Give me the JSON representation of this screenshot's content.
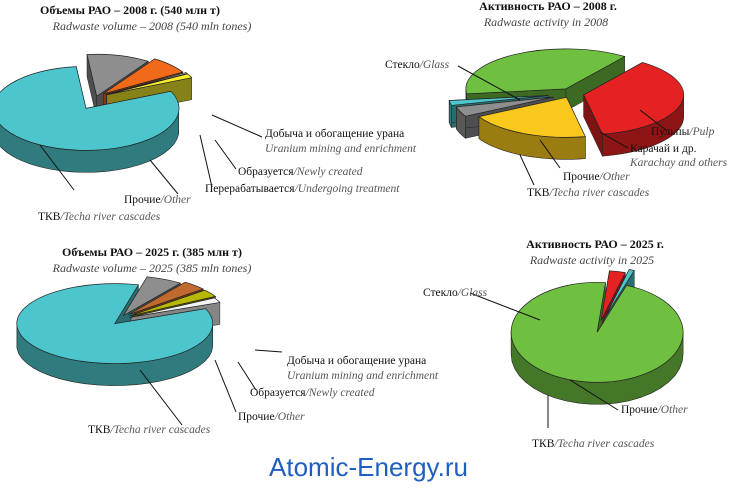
{
  "watermark": "Atomic-Energy.ru",
  "colors": {
    "cyan": "#4CC6CC",
    "gray": "#8E8E8E",
    "orange": "#F06A1A",
    "yellow": "#F6EC2A",
    "white": "#F2F2F2",
    "green": "#6FC040",
    "red": "#E52222",
    "gold": "#F8C81C",
    "brown": "#C06A30",
    "olive": "#B8B800"
  },
  "chart_data": [
    {
      "type": "pie",
      "title": "Объемы РАО – 2008 г. (540 млн т)",
      "subtitle": "Radwaste volume – 2008 (540 mln tones)",
      "series": [
        {
          "name": "ТКВ",
          "name_en": "Techa river cascades",
          "value": 80,
          "color": "cyan"
        },
        {
          "name": "Прочие",
          "name_en": "Other",
          "value": 11,
          "color": "gray"
        },
        {
          "name": "Добыча и обогащение урана",
          "name_en": "Uranium mining and enrichment",
          "value": 7,
          "color": "orange"
        },
        {
          "name": "Перерабатывается",
          "name_en": "Undergoing treatment",
          "value": 0.4,
          "color": "white"
        },
        {
          "name": "Образуется",
          "name_en": "Newly created",
          "value": 1.6,
          "color": "yellow"
        }
      ]
    },
    {
      "type": "pie",
      "title": "Активность РАО – 2008 г.",
      "subtitle": "Radwaste activity in 2008",
      "series": [
        {
          "name": "Пульпы",
          "name_en": "Pulp",
          "value": 37,
          "color": "red"
        },
        {
          "name": "Карачай и др.",
          "name_en": "Karachay and others",
          "value": 20,
          "color": "gold"
        },
        {
          "name": "Прочие",
          "name_en": "Other",
          "value": 4,
          "color": "gray"
        },
        {
          "name": "ТКВ",
          "name_en": "Techa river cascades",
          "value": 2,
          "color": "cyan"
        },
        {
          "name": "Стекло",
          "name_en": "Glass",
          "value": 37,
          "color": "green"
        }
      ]
    },
    {
      "type": "pie",
      "title": "Объемы РАО – 2025 г. (385 млн т)",
      "subtitle": "Radwaste volume – 2025 (385 mln tones)",
      "series": [
        {
          "name": "ТКВ",
          "name_en": "Techa river cascades",
          "value": 85,
          "color": "cyan"
        },
        {
          "name": "Прочие",
          "name_en": "Other",
          "value": 6,
          "color": "gray"
        },
        {
          "name": "Добыча и обогащение урана",
          "name_en": "Uranium mining and enrichment",
          "value": 4,
          "color": "brown"
        },
        {
          "name": "Образуется",
          "name_en": "Newly created",
          "value": 3,
          "color": "olive"
        },
        {
          "name": "",
          "name_en": "",
          "value": 2,
          "color": "white"
        }
      ]
    },
    {
      "type": "pie",
      "title": "Активность РАО – 2025 г.",
      "subtitle": "Radwaste activity in 2025",
      "series": [
        {
          "name": "Стекло",
          "name_en": "Glass",
          "value": 96,
          "color": "green"
        },
        {
          "name": "Прочие",
          "name_en": "Other",
          "value": 3,
          "color": "red"
        },
        {
          "name": "ТКВ",
          "name_en": "Techa river cascades",
          "value": 1,
          "color": "cyan"
        }
      ]
    }
  ]
}
